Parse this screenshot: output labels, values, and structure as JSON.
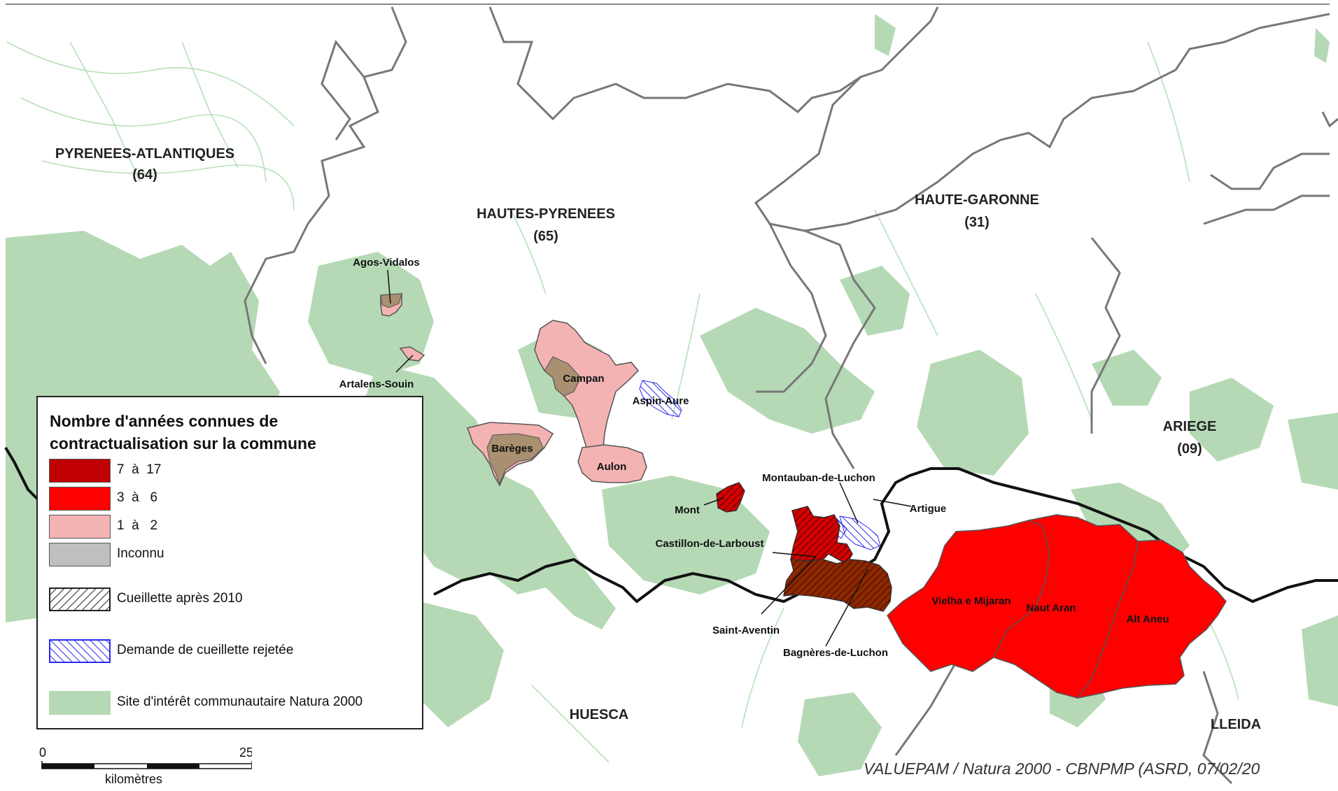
{
  "regions": [
    {
      "name": "PYRENEES-ATLANTIQUES",
      "code": "(64)"
    },
    {
      "name": "HAUTES-PYRENEES",
      "code": "(65)"
    },
    {
      "name": "HAUTE-GARONNE",
      "code": "(31)"
    },
    {
      "name": "ARIEGE",
      "code": "(09)"
    },
    {
      "name": "HUESCA",
      "code": ""
    },
    {
      "name": "LLEIDA",
      "code": ""
    }
  ],
  "communes": {
    "agos_vidalos": "Agos-Vidalos",
    "artalens_souin": "Artalens-Souin",
    "campan": "Campan",
    "bareges": "Barèges",
    "aulon": "Aulon",
    "aspin_aure": "Aspin-Aure",
    "mont": "Mont",
    "montauban_de_luchon": "Montauban-de-Luchon",
    "artigue": "Artigue",
    "castillon_de_larboust": "Castillon-de-Larboust",
    "saint_aventin": "Saint-Aventin",
    "bagneres_de_luchon": "Bagnères-de-Luchon",
    "vielha_e_mijaran": "Vielha e Mijaran",
    "naut_aran": "Naut Aran",
    "alt_aneu": "Alt Aneu"
  },
  "legend": {
    "title": "Nombre d'années connues de contractualisation sur la commune",
    "items": [
      {
        "label": "7  à  17",
        "color": "#c00000"
      },
      {
        "label": "3  à   6",
        "color": "#ff0000"
      },
      {
        "label": "1  à   2",
        "color": "#f4b3b3"
      },
      {
        "label": "Inconnu",
        "color": "#bfbfbf"
      },
      {
        "label": "Cueillette après 2010",
        "pattern": "black-hatch"
      },
      {
        "label": "Demande de cueillette rejetée",
        "pattern": "blue-hatch"
      },
      {
        "label": "Site d'intérêt communautaire Natura 2000",
        "color": "#b5d9b5"
      }
    ]
  },
  "scale": {
    "start": "0",
    "end": "25",
    "unit": "kilomètres"
  },
  "credit": "VALUEPAM / Natura 2000 - CBNPMP (ASRD, 07/02/20",
  "colors": {
    "natura": "#b5d9b5",
    "river": "#b8e0b8",
    "border_dept": "#777777",
    "border_country": "#000000"
  }
}
